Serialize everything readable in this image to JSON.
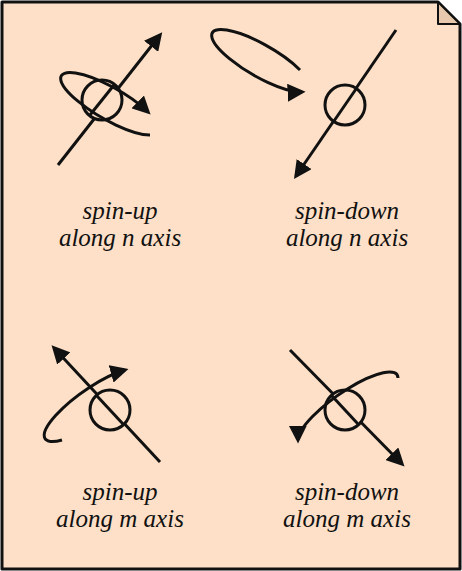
{
  "diagram": {
    "labels": [
      "spin-up along n axis",
      "spin-down along n axis",
      "spin-up along m axis",
      "spin-down along m axis"
    ]
  }
}
